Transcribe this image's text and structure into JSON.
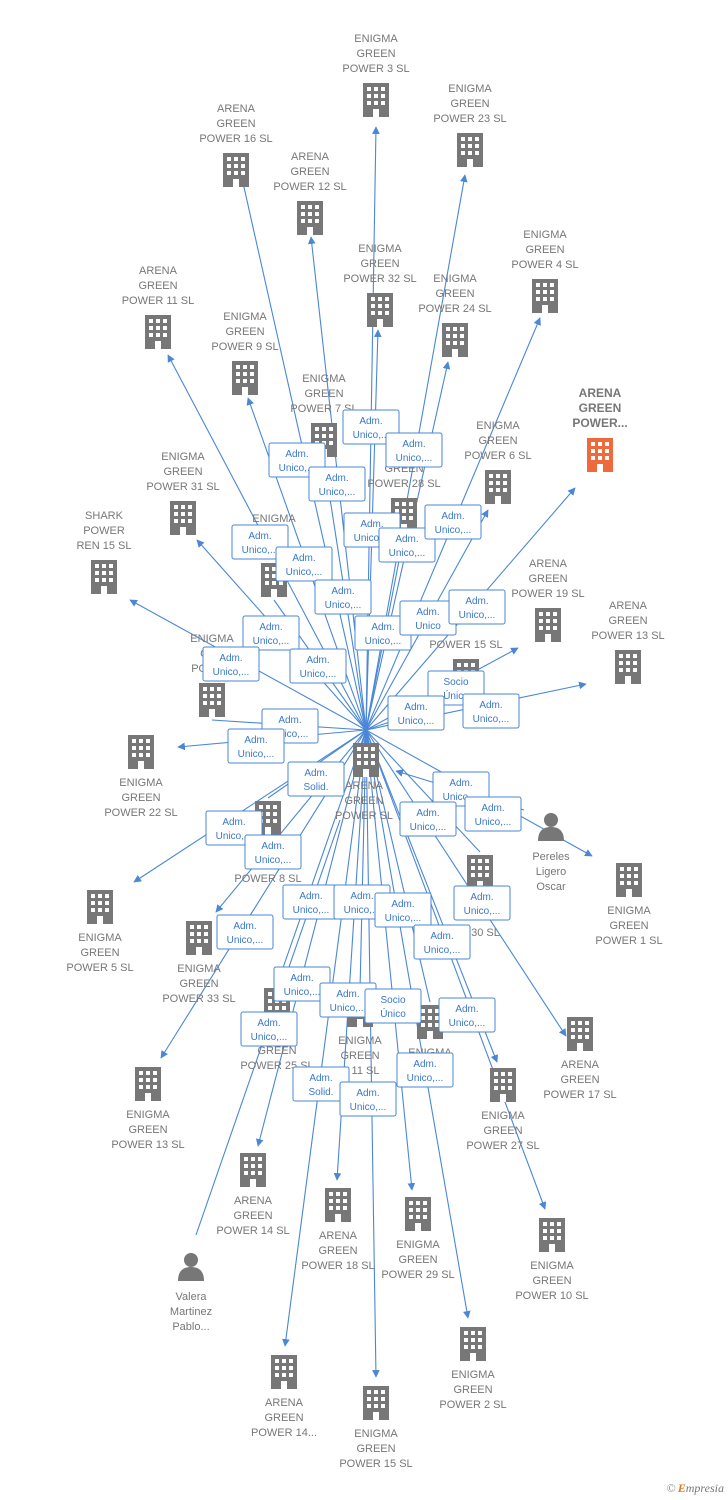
{
  "colors": {
    "edge": "#4a87d6",
    "node": "#777777",
    "highlight": "#ef6a3a",
    "label": "#777777"
  },
  "center": {
    "name": "ARENA GREEN POWER SL",
    "lines": [
      "ARENA",
      "GREEN",
      "POWER  SL"
    ]
  },
  "nodes": [
    {
      "id": "eg3",
      "type": "company",
      "lines": [
        "ENIGMA",
        "GREEN",
        "POWER 3  SL"
      ]
    },
    {
      "id": "eg23",
      "type": "company",
      "lines": [
        "ENIGMA",
        "GREEN",
        "POWER 23  SL"
      ]
    },
    {
      "id": "ag16",
      "type": "company",
      "lines": [
        "ARENA",
        "GREEN",
        "POWER 16  SL"
      ]
    },
    {
      "id": "ag12",
      "type": "company",
      "lines": [
        "ARENA",
        "GREEN",
        "POWER 12  SL"
      ]
    },
    {
      "id": "eg32",
      "type": "company",
      "lines": [
        "ENIGMA",
        "GREEN",
        "POWER 32  SL"
      ]
    },
    {
      "id": "eg4",
      "type": "company",
      "lines": [
        "ENIGMA",
        "GREEN",
        "POWER 4  SL"
      ]
    },
    {
      "id": "ag11",
      "type": "company",
      "lines": [
        "ARENA",
        "GREEN",
        "POWER 11  SL"
      ]
    },
    {
      "id": "eg24",
      "type": "company",
      "lines": [
        "ENIGMA",
        "GREEN",
        "POWER 24  SL"
      ]
    },
    {
      "id": "eg9",
      "type": "company",
      "lines": [
        "ENIGMA",
        "GREEN",
        "POWER 9  SL"
      ]
    },
    {
      "id": "agp",
      "type": "company-highlight",
      "lines": [
        "ARENA",
        "GREEN",
        "POWER..."
      ]
    },
    {
      "id": "eg7",
      "type": "company",
      "lines": [
        "ENIGMA",
        "GREEN",
        "POWER 7  SL"
      ]
    },
    {
      "id": "eg6",
      "type": "company",
      "lines": [
        "ENIGMA",
        "GREEN",
        "POWER 6  SL"
      ]
    },
    {
      "id": "eg28",
      "type": "company",
      "lines": [
        "EN",
        "GREEN",
        "POWER 28  SL"
      ]
    },
    {
      "id": "eg31",
      "type": "company",
      "lines": [
        "ENIGMA",
        "GREEN",
        "POWER 31  SL"
      ]
    },
    {
      "id": "spr",
      "type": "company",
      "lines": [
        "SHARK",
        "POWER",
        "REN 15  SL"
      ]
    },
    {
      "id": "egm",
      "type": "company",
      "lines": [
        "ENIGMA",
        "",
        "N"
      ]
    },
    {
      "id": "ag19",
      "type": "company",
      "lines": [
        "ARENA",
        "GREEN",
        "POWER 19  SL"
      ]
    },
    {
      "id": "ag13",
      "type": "company",
      "lines": [
        "ARENA",
        "GREEN",
        "POWER 13  SL"
      ]
    },
    {
      "id": "egx",
      "type": "company",
      "lines": [
        "ENIGMA",
        "GRE",
        "POWER"
      ]
    },
    {
      "id": "eg15a",
      "type": "company",
      "lines": [
        "",
        "",
        "POWER 15  SL"
      ]
    },
    {
      "id": "eg22",
      "type": "company",
      "lines": [
        "ENIGMA",
        "GREEN",
        "POWER 22  SL"
      ]
    },
    {
      "id": "eg8",
      "type": "company",
      "lines": [
        "",
        "",
        "POWER 8  SL"
      ]
    },
    {
      "id": "pereles",
      "type": "person",
      "lines": [
        "Pereles",
        "Ligero",
        "Oscar"
      ]
    },
    {
      "id": "eg1",
      "type": "company",
      "lines": [
        "ENIGMA",
        "GREEN",
        "POWER 1  SL"
      ]
    },
    {
      "id": "eg5",
      "type": "company",
      "lines": [
        "ENIGMA",
        "GREEN",
        "POWER 5  SL"
      ]
    },
    {
      "id": "eg33",
      "type": "company",
      "lines": [
        "ENIGMA",
        "GREEN",
        "POWER 33  SL"
      ]
    },
    {
      "id": "eg30",
      "type": "company",
      "lines": [
        "",
        "",
        "R 30  SL"
      ]
    },
    {
      "id": "ag25",
      "type": "company",
      "lines": [
        "A",
        "GREEN",
        "POWER 25  SL"
      ]
    },
    {
      "id": "eg11",
      "type": "company",
      "lines": [
        "ENIGMA",
        "GREEN",
        "R 11  SL"
      ]
    },
    {
      "id": "egy",
      "type": "company",
      "lines": [
        "ENIGMA",
        "",
        "SL"
      ]
    },
    {
      "id": "ag17",
      "type": "company",
      "lines": [
        "ARENA",
        "GREEN",
        "POWER 17  SL"
      ]
    },
    {
      "id": "eg13",
      "type": "company",
      "lines": [
        "ENIGMA",
        "GREEN",
        "POWER 13  SL"
      ]
    },
    {
      "id": "eg27",
      "type": "company",
      "lines": [
        "ENIGMA",
        "GREEN",
        "POWER 27  SL"
      ]
    },
    {
      "id": "ag14",
      "type": "company",
      "lines": [
        "ARENA",
        "GREEN",
        "POWER 14  SL"
      ]
    },
    {
      "id": "ag18",
      "type": "company",
      "lines": [
        "ARENA",
        "GREEN",
        "POWER 18  SL"
      ]
    },
    {
      "id": "eg29",
      "type": "company",
      "lines": [
        "ENIGMA",
        "GREEN",
        "POWER 29  SL"
      ]
    },
    {
      "id": "eg10",
      "type": "company",
      "lines": [
        "ENIGMA",
        "GREEN",
        "POWER 10  SL"
      ]
    },
    {
      "id": "valera",
      "type": "person",
      "lines": [
        "Valera",
        "Martinez",
        "Pablo..."
      ]
    },
    {
      "id": "ag14b",
      "type": "company",
      "lines": [
        "ARENA",
        "GREEN",
        "POWER 14..."
      ]
    },
    {
      "id": "eg2",
      "type": "company",
      "lines": [
        "ENIGMA",
        "GREEN",
        "POWER 2  SL"
      ]
    },
    {
      "id": "eg15",
      "type": "company",
      "lines": [
        "ENIGMA",
        "GREEN",
        "POWER 15  SL"
      ]
    }
  ],
  "relations": [
    [
      "Adm.",
      "Unico,..."
    ],
    [
      "Adm.",
      "Unico,..."
    ],
    [
      "Adm.",
      "Unico,..."
    ],
    [
      "Adm.",
      "Unico,..."
    ],
    [
      "Adm.",
      "Unico,..."
    ],
    [
      "Adm.",
      "Unico,..."
    ],
    [
      "Adm.",
      "Unico,..."
    ],
    [
      "Adm.",
      "Unico,..."
    ],
    [
      "Adm.",
      "Unico,..."
    ],
    [
      "Adm.",
      "Unico,..."
    ],
    [
      "Adm.",
      "Unico,..."
    ],
    [
      "Adm.",
      "Unico,..."
    ],
    [
      "Adm.",
      "Unico,..."
    ],
    [
      "Adm.",
      "Unico,..."
    ],
    [
      "Adm.",
      "Unico"
    ],
    [
      "Adm.",
      "Unico,..."
    ],
    [
      "Socio",
      "Único"
    ],
    [
      "Adm.",
      "Unico,..."
    ],
    [
      "Adm.",
      "Unico,..."
    ],
    [
      "Adm.",
      "Unico,..."
    ],
    [
      "Adm.",
      "Unico,..."
    ],
    [
      "Adm.",
      "Solid."
    ],
    [
      "Adm.",
      "Unico,..."
    ],
    [
      "Adm.",
      "Unico,..."
    ],
    [
      "Adm.",
      "Unico,..."
    ],
    [
      "Adm.",
      "Unico,..."
    ],
    [
      "Adm.",
      "Unico,..."
    ],
    [
      "Adm.",
      "Unico,..."
    ],
    [
      "Adm.",
      "Unico,..."
    ],
    [
      "Adm.",
      "Unico,..."
    ],
    [
      "Adm.",
      "Unico,..."
    ],
    [
      "Adm.",
      "Unico,..."
    ],
    [
      "Adm.",
      "Unico,..."
    ],
    [
      "Adm.",
      "Unico,..."
    ],
    [
      "Adm.",
      "Unico,..."
    ],
    [
      "Socio",
      "Único"
    ],
    [
      "Adm.",
      "Unico,..."
    ],
    [
      "Adm.",
      "Unico,..."
    ],
    [
      "Adm.",
      "Solid."
    ],
    [
      "Adm.",
      "Unico,..."
    ],
    [
      "Adm.",
      "Unico,..."
    ],
    [
      "Adm.",
      "Unico,..."
    ]
  ],
  "watermark": {
    "symbol": "©",
    "brand_initial": "E",
    "brand_rest": "mpresia"
  }
}
